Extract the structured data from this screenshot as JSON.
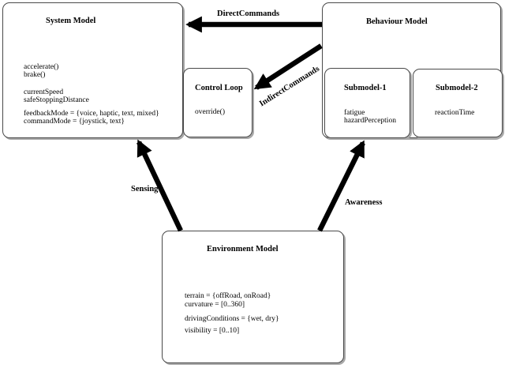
{
  "diagram_title": "",
  "boxes": {
    "system_model": {
      "title": "System Model",
      "lines": [
        "accelerate()",
        "brake()",
        "currentSpeed",
        "safeStoppingDistance",
        "feedbackMode = {voice, haptic, text, mixed}",
        "commandMode = {joystick, text}"
      ]
    },
    "control_loop": {
      "title": "Control Loop",
      "lines": [
        "override()"
      ]
    },
    "behaviour_model": {
      "title": "Behaviour Model"
    },
    "submodel_1": {
      "title": "Submodel-1",
      "lines": [
        "fatigue",
        "hazardPerception"
      ]
    },
    "submodel_2": {
      "title": "Submodel-2",
      "lines": [
        "reactionTime"
      ]
    },
    "environment_model": {
      "title": "Environment Model",
      "lines": [
        "terrain = {offRoad, onRoad}",
        "curvature = [0..360]",
        "drivingConditions = {wet, dry}",
        "visibility = [0..10]"
      ]
    }
  },
  "arrows": {
    "direct_commands": {
      "label": "DirectCommands",
      "from": "Behaviour Model",
      "to": "System Model"
    },
    "indirect_commands": {
      "label": "IndirectCommands",
      "from": "Behaviour Model",
      "to": "Control Loop"
    },
    "sensing": {
      "label": "Sensing",
      "from": "Environment Model",
      "to": "System Model"
    },
    "awareness": {
      "label": "Awareness",
      "from": "Environment Model",
      "to": "Submodel-1"
    }
  },
  "colors": {
    "background": "#ffffff",
    "box_fill": "#ffffff",
    "box_border": "#4a4a4a",
    "arrow": "#000000",
    "text": "#000000"
  }
}
